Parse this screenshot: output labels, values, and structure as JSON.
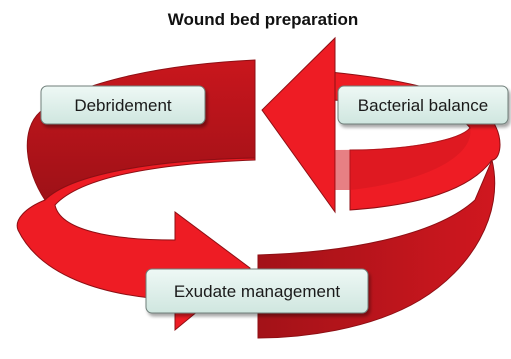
{
  "diagram": {
    "title": "Wound bed preparation",
    "labels": {
      "debridement": "Debridement",
      "bacterial_balance": "Bacterial balance",
      "exudate_management": "Exudate management"
    },
    "colors": {
      "arrow_red": "#ee1c24",
      "arrow_dark_red": "#b3141b",
      "arrow_edge": "#8e0f14",
      "label_fill": "#dcefe9",
      "label_border": "#6f7f7a"
    }
  }
}
